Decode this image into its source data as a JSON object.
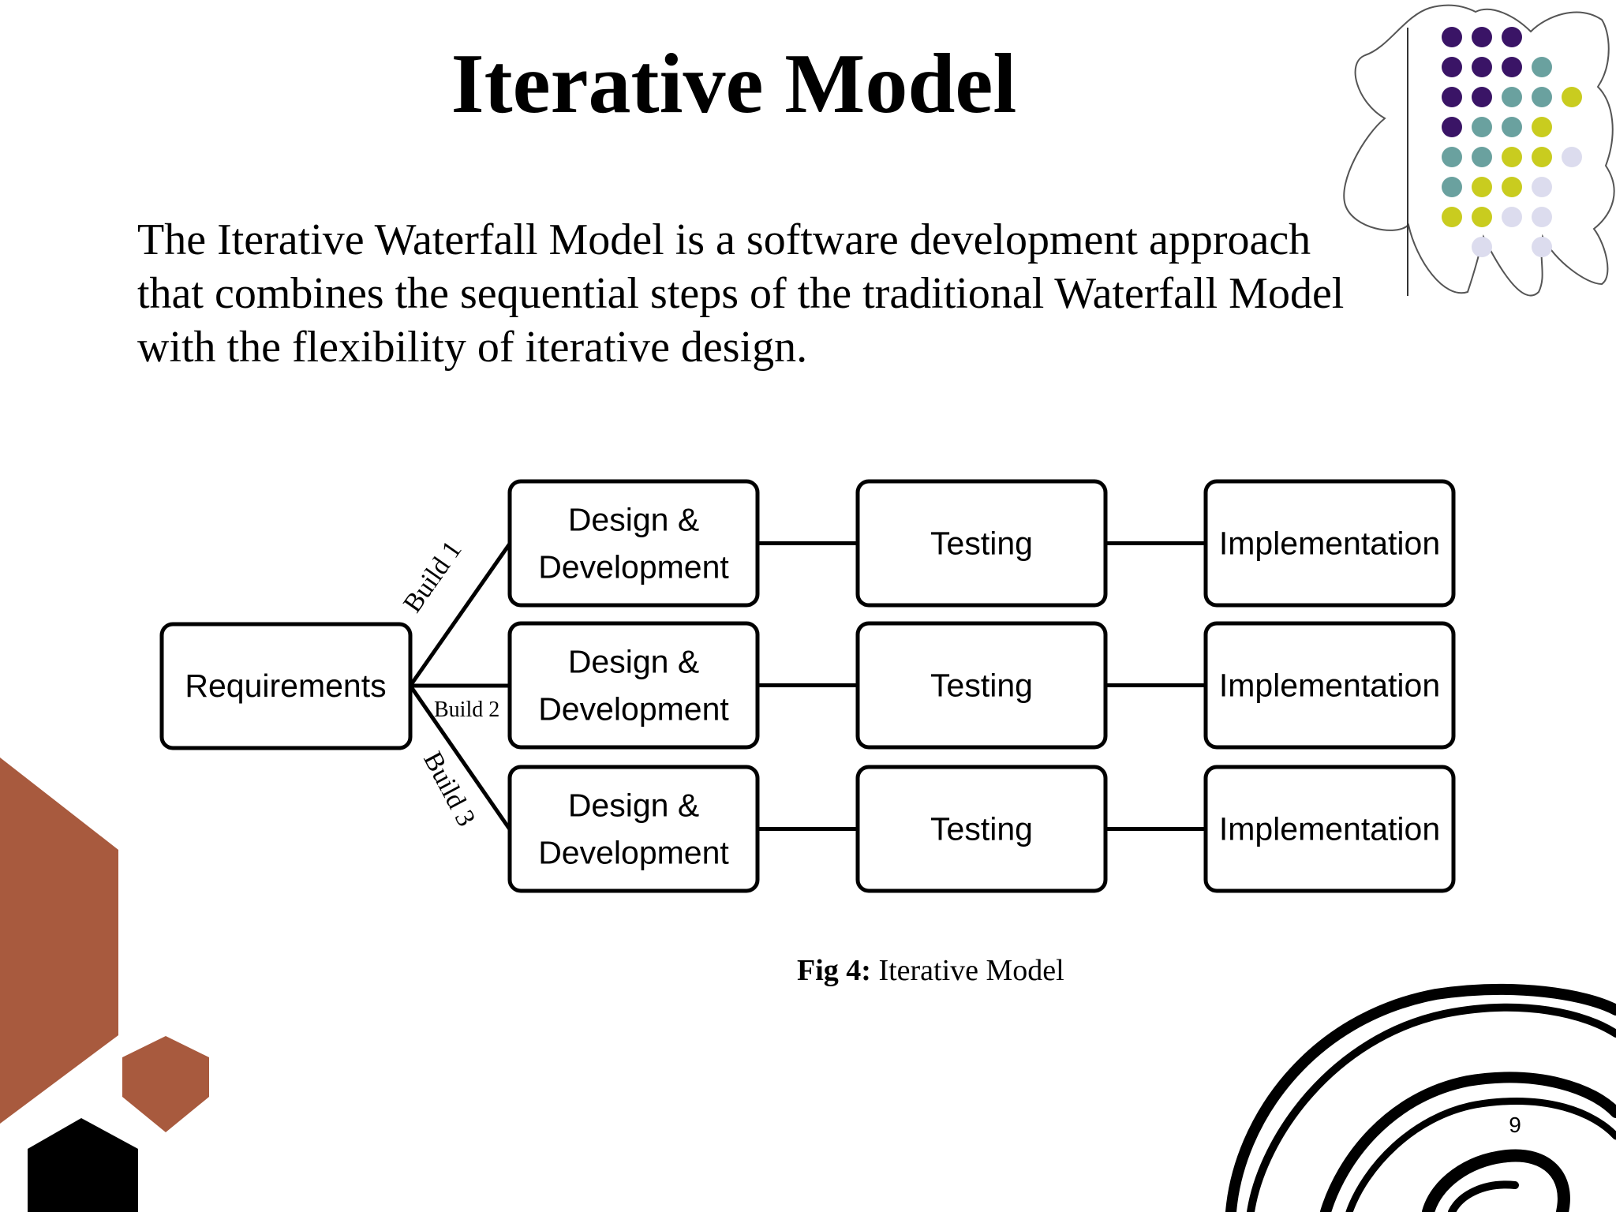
{
  "slide": {
    "title": "Iterative Model",
    "intro_text": "The Iterative Waterfall Model is a software development approach that combines the sequential steps of the traditional Waterfall Model with the flexibility of iterative design.",
    "page_number": "9"
  },
  "diagram": {
    "root_label": "Requirements",
    "builds": [
      {
        "build_label": "Build 1",
        "stages": [
          [
            "Design &",
            "Development"
          ],
          [
            "Testing"
          ],
          [
            "Implementation"
          ]
        ]
      },
      {
        "build_label": "Build 2",
        "stages": [
          [
            "Design &",
            "Development"
          ],
          [
            "Testing"
          ],
          [
            "Implementation"
          ]
        ]
      },
      {
        "build_label": "Build 3",
        "stages": [
          [
            "Design &",
            "Development"
          ],
          [
            "Testing"
          ],
          [
            "Implementation"
          ]
        ]
      }
    ]
  },
  "caption": {
    "prefix": "Fig 4:",
    "text": "Iterative Model"
  },
  "colors": {
    "dot_purple": "#3a1466",
    "dot_teal": "#6aa19f",
    "dot_yellow": "#c9cc1f",
    "dot_lavender": "#dcdcee",
    "hexagon_rust": "#a85a3e",
    "hexagon_black": "#000000"
  }
}
